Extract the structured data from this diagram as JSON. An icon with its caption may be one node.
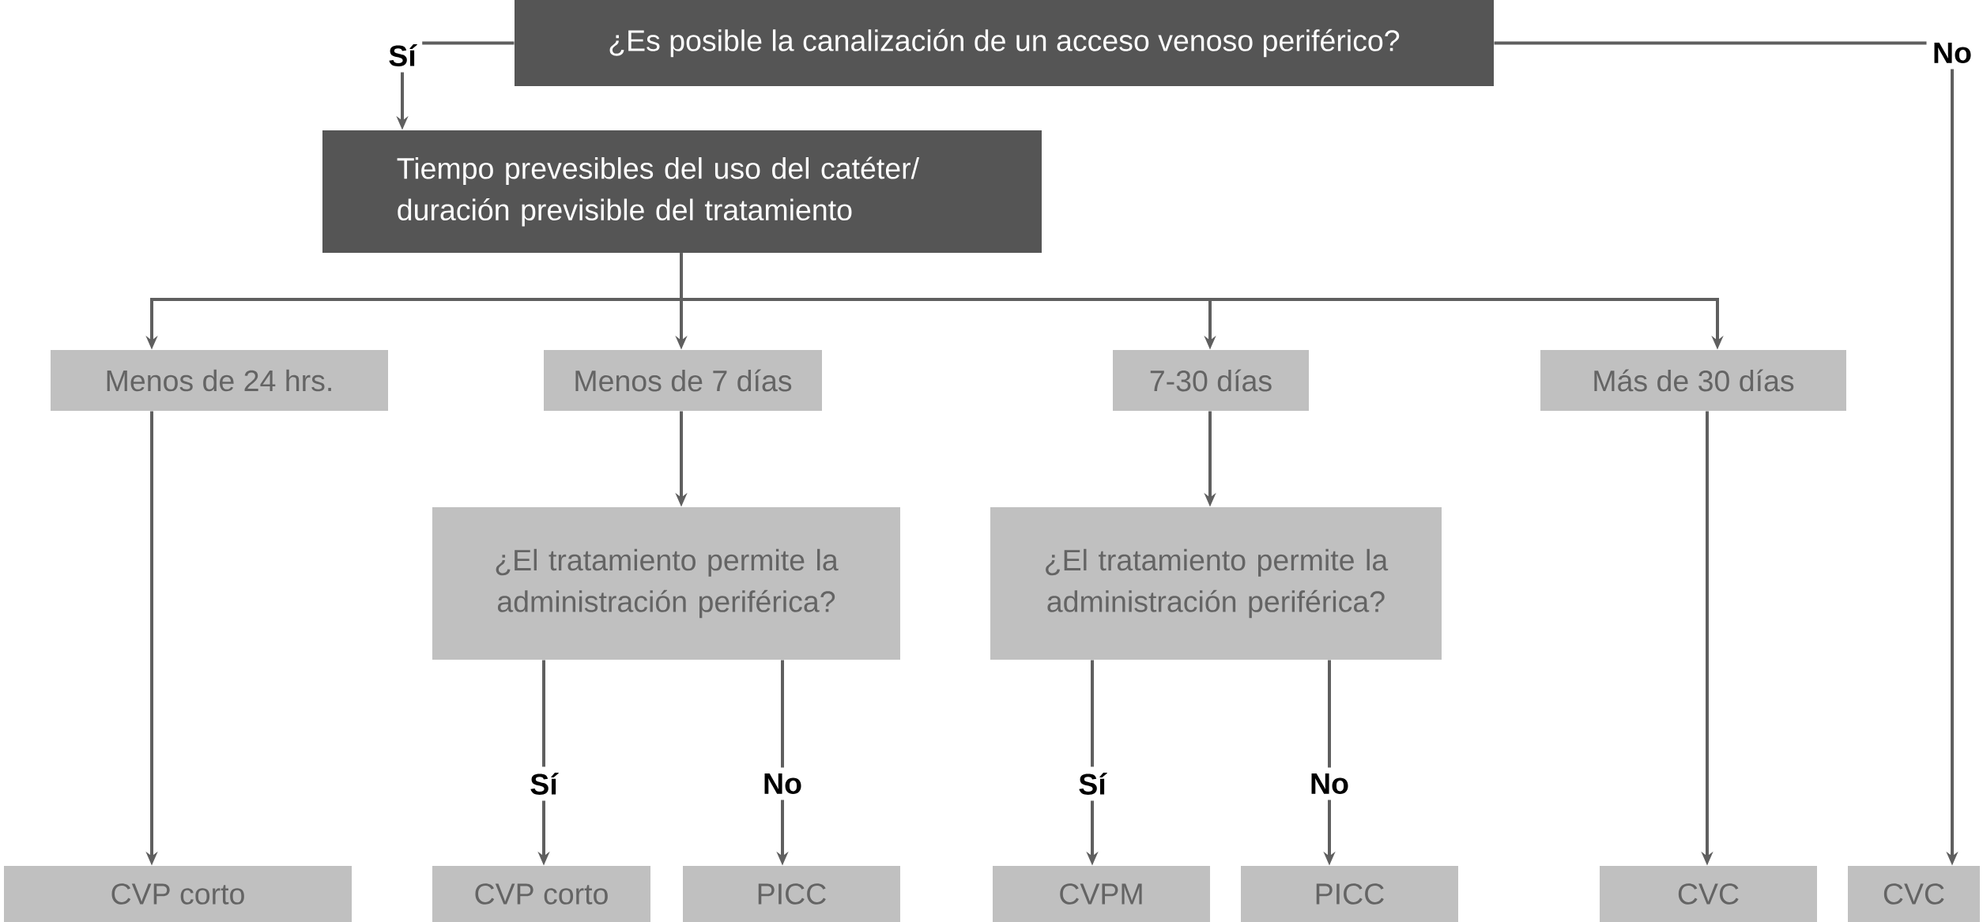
{
  "diagram": {
    "nodes": [
      {
        "text": [
          "¿Es posible la canalización de un acceso venoso periférico?"
        ]
      },
      {
        "text": [
          "Tiempo prevesibles del uso del catéter/ duración previsible del tratamiento"
        ]
      },
      {
        "text": [
          "Menos de 24 hrs."
        ]
      },
      {
        "text": [
          "Menos de 7 días"
        ]
      },
      {
        "text": [
          "7-30 días"
        ]
      },
      {
        "text": [
          "Más de 30 días"
        ]
      },
      {
        "text": [
          "¿El tratamiento permite la administración periférica?"
        ]
      },
      {
        "text": [
          "¿El tratamiento permite la administración periférica?"
        ]
      },
      {
        "text": [
          "CVP corto"
        ]
      },
      {
        "text": [
          "CVP corto"
        ]
      },
      {
        "text": [
          "PICC"
        ]
      },
      {
        "text": [
          "CVPM"
        ]
      },
      {
        "text": [
          "PICC"
        ]
      },
      {
        "text": [
          "CVC"
        ]
      },
      {
        "text": [
          "CVC"
        ]
      }
    ],
    "edges": [
      {
        "from": 0,
        "to": 1,
        "arrow": "to",
        "label": "Sí"
      },
      {
        "from": 0,
        "to": 14,
        "arrow": "to",
        "label": "No"
      },
      {
        "from": 1,
        "to": 2,
        "arrow": "to"
      },
      {
        "from": 1,
        "to": 3,
        "arrow": "to"
      },
      {
        "from": 1,
        "to": 4,
        "arrow": "to"
      },
      {
        "from": 1,
        "to": 5,
        "arrow": "to"
      },
      {
        "from": 2,
        "to": 8,
        "arrow": "to"
      },
      {
        "from": 3,
        "to": 6,
        "arrow": "to"
      },
      {
        "from": 4,
        "to": 7,
        "arrow": "to"
      },
      {
        "from": 5,
        "to": 13,
        "arrow": "to"
      },
      {
        "from": 6,
        "to": 9,
        "arrow": "to",
        "label": "Sí"
      },
      {
        "from": 6,
        "to": 10,
        "arrow": "to",
        "label": "No"
      },
      {
        "from": 7,
        "to": 11,
        "arrow": "to",
        "label": "Sí"
      },
      {
        "from": 7,
        "to": 12,
        "arrow": "to",
        "label": "No"
      }
    ]
  }
}
